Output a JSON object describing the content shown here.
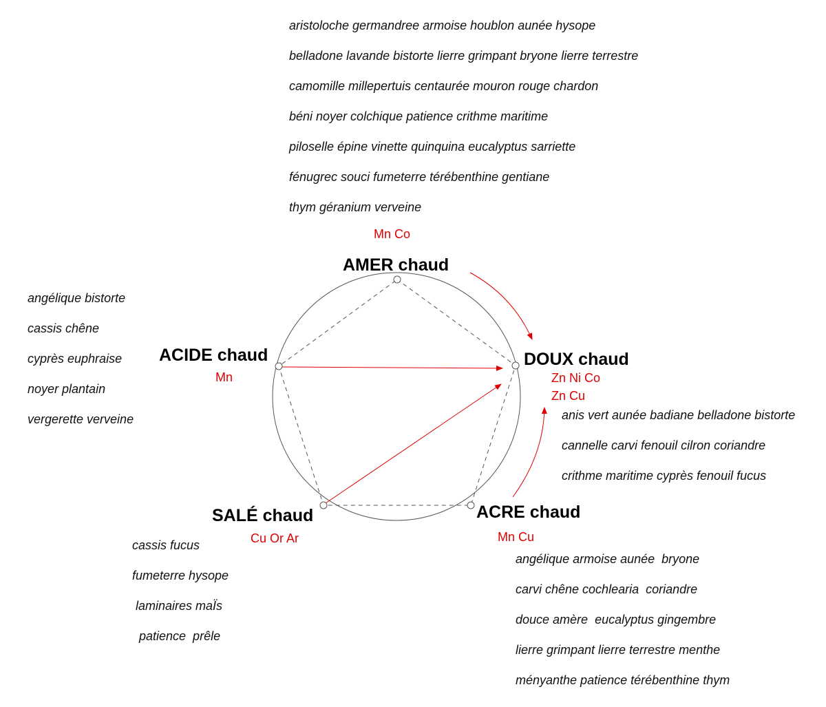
{
  "colors": {
    "accent": "#e00000",
    "text": "#111111",
    "line": "#555555"
  },
  "nodes": {
    "amer": {
      "label": "AMER chaud",
      "metals": [
        "Mn Co"
      ]
    },
    "doux": {
      "label": "DOUX chaud",
      "metals": [
        "Zn Ni Co",
        "Zn Cu"
      ]
    },
    "acre": {
      "label": "ACRE chaud",
      "metals": [
        "Mn Cu"
      ]
    },
    "sale": {
      "label": "SALÉ chaud",
      "metals": [
        "Cu Or Ar"
      ]
    },
    "acide": {
      "label": "ACIDE chaud",
      "metals": [
        "Mn"
      ]
    }
  },
  "plants": {
    "amer": [
      "aristoloche germandree armoise houblon aunée hysope",
      "belladone lavande bistorte lierre grimpant bryone lierre terrestre",
      "camomille millepertuis centaurée mouron rouge chardon",
      "béni noyer colchique patience crithme maritime",
      "piloselle épine vinette quinquina eucalyptus sarriette",
      "fénugrec souci fumeterre térébenthine gentiane",
      "thym géranium verveine"
    ],
    "acide": [
      "angélique bistorte",
      "cassis chêne",
      "cyprès euphraise",
      "noyer plantain",
      "vergerette verveine"
    ],
    "doux": [
      "anis vert aunée badiane belladone bistorte",
      "cannelle carvi fenouil cilron coriandre",
      "crithme maritime cyprès fenouil fucus"
    ],
    "sale": [
      "cassis fucus",
      "fumeterre hysope",
      " laminaires maÏs",
      "  patience  prêle"
    ],
    "acre": [
      "angélique armoise aunée  bryone",
      "carvi chêne cochlearia  coriandre",
      "douce amère  eucalyptus gingembre",
      "lierre grimpant lierre terrestre menthe",
      "ményanthe patience térébenthine thym"
    ]
  }
}
